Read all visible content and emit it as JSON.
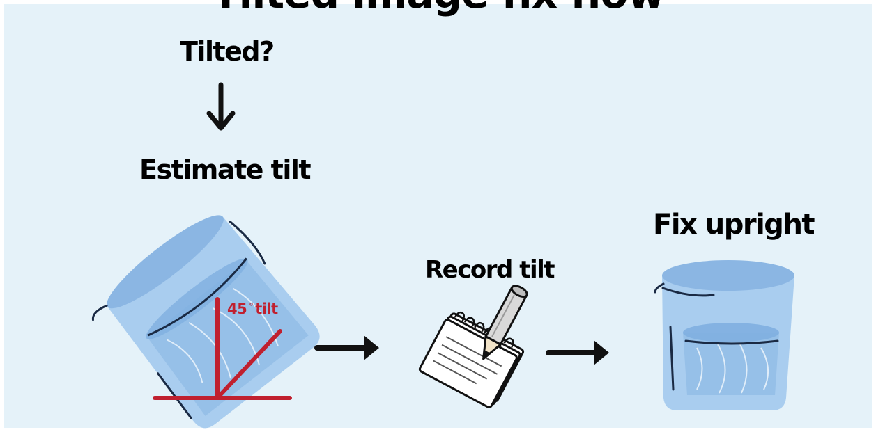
{
  "header": {
    "title_partial": "Tilted image fix flow"
  },
  "steps": {
    "question": "Tilted?",
    "estimate": "Estimate tilt",
    "angle_number": "45",
    "angle_degree": "°",
    "angle_word": "tilt",
    "record": "Record tilt",
    "fix": "Fix upright"
  },
  "colors": {
    "background": "#e5f2f9",
    "accent_red": "#c0202f",
    "beaker_blue": "#a9cdef",
    "beaker_dark": "#8bb6e3",
    "ink": "#111111"
  },
  "icons": {
    "down_arrow": "arrow-down-icon",
    "right_arrow": "arrow-right-icon",
    "tilted_beaker": "tilted-beaker-icon",
    "notepad": "notepad-pencil-icon",
    "upright_beaker": "upright-beaker-icon"
  }
}
